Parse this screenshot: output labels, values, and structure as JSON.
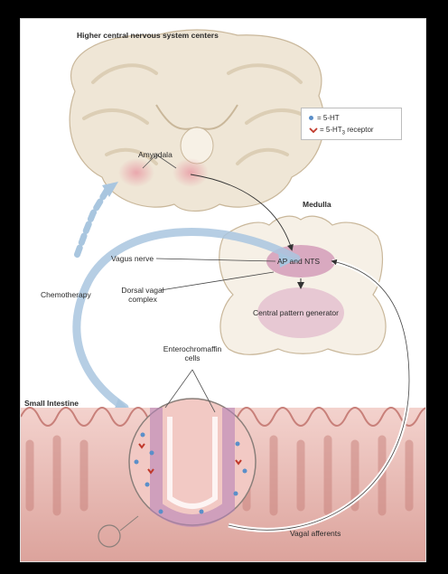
{
  "labels": {
    "higher_centers": "Higher central nervous system centers",
    "amygdala": "Amygdala",
    "medulla": "Medulla",
    "vagus_nerve": "Vagus nerve",
    "ap_nts": "AP and NTS",
    "dorsal_vagal_line1": "Dorsal vagal",
    "dorsal_vagal_line2": "complex",
    "central_pattern_generator": "Central pattern generator",
    "chemotherapy": "Chemotherapy",
    "enterochromaffin_line1": "Enterochromaffin",
    "enterochromaffin_line2": "cells",
    "small_intestine": "Small Intestine",
    "vagal_afferents": "Vagal afferents"
  },
  "legend": {
    "serotonin": "= 5-HT",
    "receptor_prefix": "= 5-HT",
    "receptor_sub": "3",
    "receptor_suffix": " receptor",
    "serotonin_icon": "blue-dot-icon",
    "receptor_icon": "red-v-receptor-icon"
  },
  "colors": {
    "tissue_pink": "#e8b7b2",
    "brain_beige": "#efe6d6",
    "brainstem_pink": "#d9a9c0",
    "chemo_arrow_blue": "#a9c6df",
    "serotonin_blue": "#5b8fc9",
    "receptor_red": "#c0392b"
  }
}
